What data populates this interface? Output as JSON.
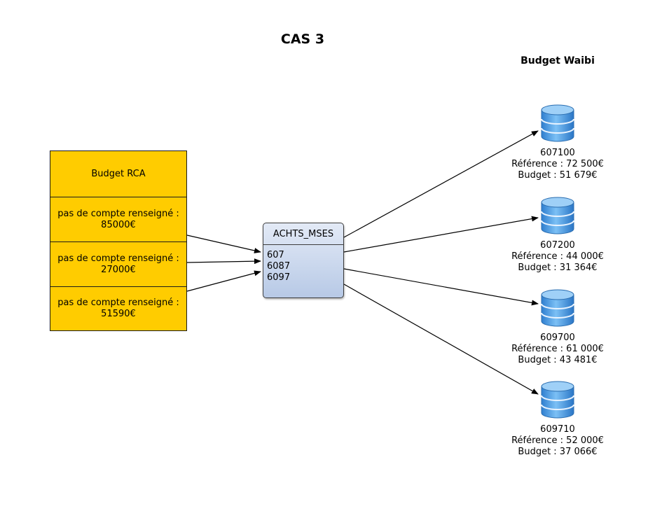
{
  "title": "CAS 3",
  "budget_waibi_title": "Budget Waibi",
  "rca": {
    "header": "Budget RCA",
    "rows": [
      {
        "label": "pas de compte renseigné :",
        "amount": "85000€"
      },
      {
        "label": "pas de compte renseigné :",
        "amount": "27000€"
      },
      {
        "label": "pas de compte renseigné :",
        "amount": "51590€"
      }
    ]
  },
  "achts": {
    "title": "ACHTS_MSES",
    "codes": [
      "607",
      "6087",
      "6097"
    ]
  },
  "databases": [
    {
      "account": "607100",
      "reference": "Référence : 72 500€",
      "budget": "Budget : 51 679€"
    },
    {
      "account": "607200",
      "reference": "Référence : 44 000€",
      "budget": "Budget : 31 364€"
    },
    {
      "account": "609700",
      "reference": "Référence : 61 000€",
      "budget": "Budget : 43 481€"
    },
    {
      "account": "609710",
      "reference": "Référence : 52 000€",
      "budget": "Budget : 37 066€"
    }
  ],
  "colors": {
    "rca_fill": "#ffcc00",
    "achts_fill_top": "#e3eaf6",
    "achts_fill_bottom": "#b7c9e6",
    "db_blue": "#4f9fe6",
    "connector": "#000000"
  }
}
